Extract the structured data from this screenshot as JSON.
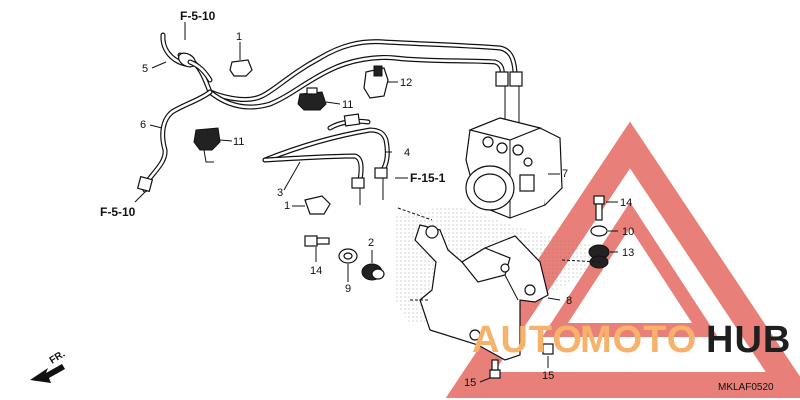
{
  "callouts": {
    "n1": "1",
    "n1b": "1",
    "n2": "2",
    "n3": "3",
    "n4": "4",
    "n5": "5",
    "n6": "6",
    "n7": "7",
    "n8": "8",
    "n9": "9",
    "n10": "10",
    "n11": "11",
    "n11b": "11",
    "n12": "12",
    "n13": "13",
    "n14": "14",
    "n14b": "14",
    "n15": "15",
    "n15b": "15"
  },
  "refs": {
    "top": "F-5-10",
    "left": "F-5-10",
    "mid": "F-15-1"
  },
  "direction_label": "FR.",
  "diagram_code": "MKLAF0520",
  "watermark": {
    "auto": "AUTO",
    "moto": "MOTO",
    "hub": "HUB",
    "color_light": "#f6b26b",
    "color_dark": "#1f1f1f",
    "triangle_color": "#e46a62"
  }
}
